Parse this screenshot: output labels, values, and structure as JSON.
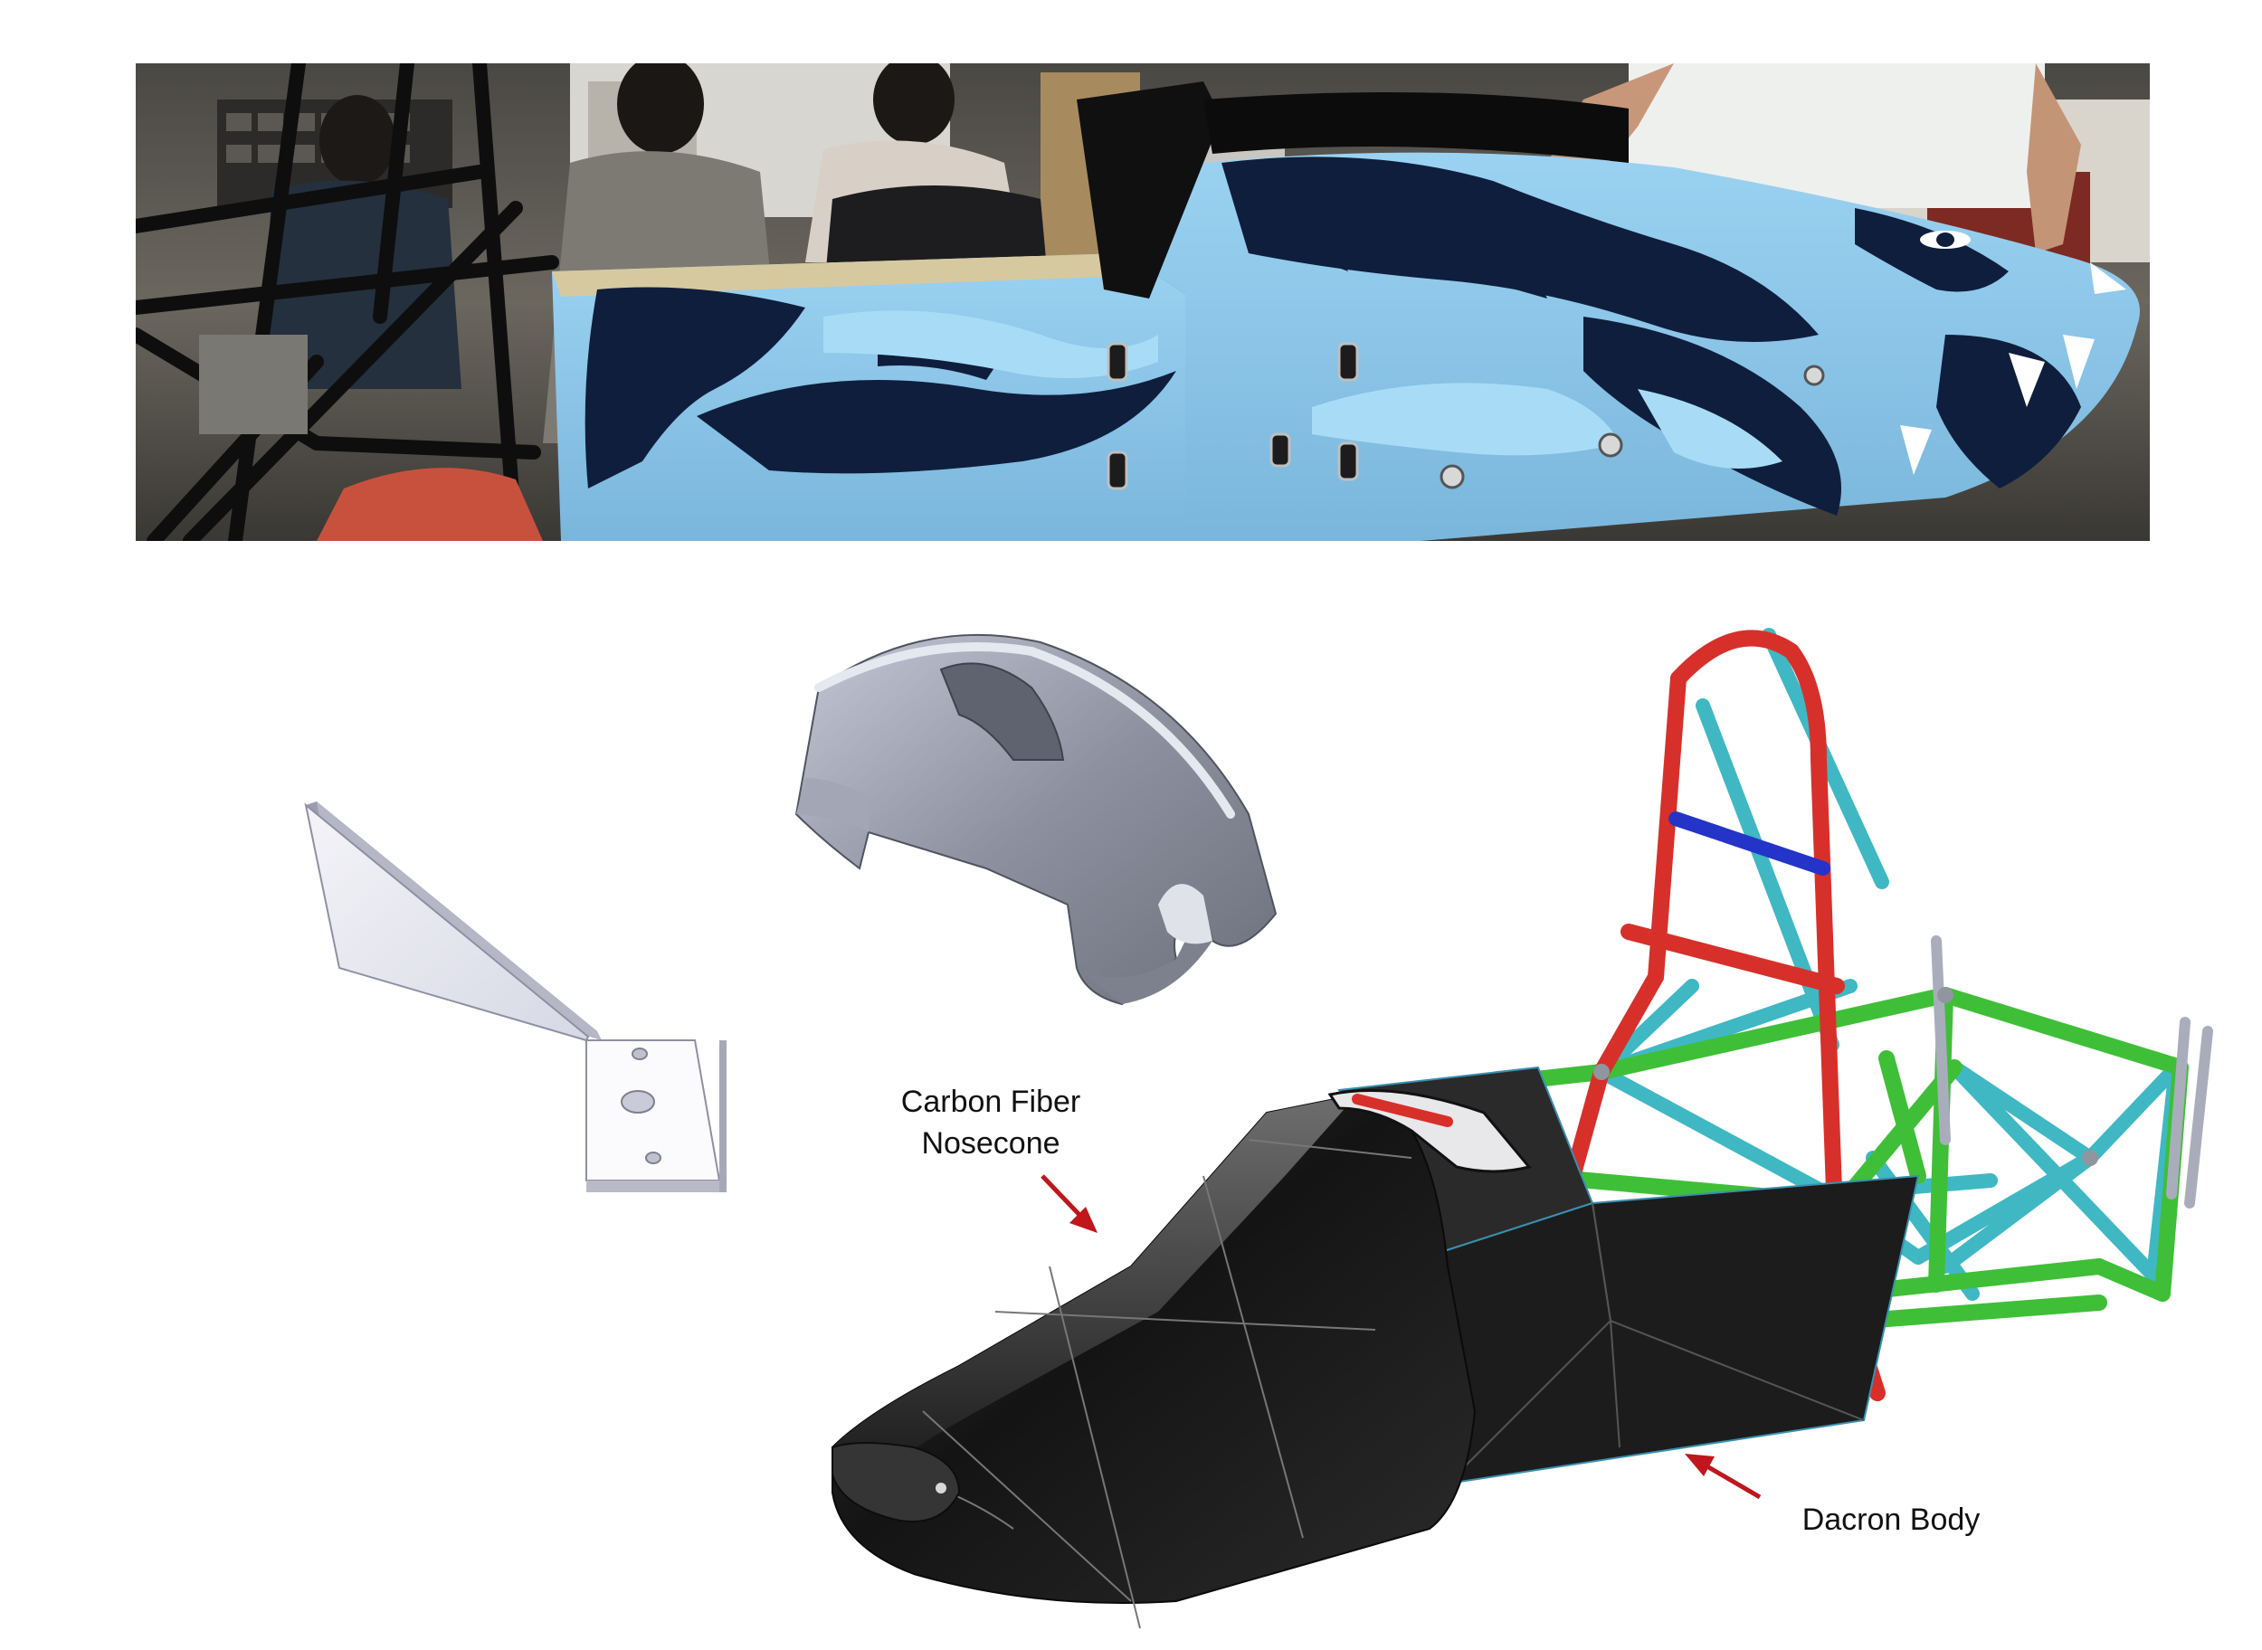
{
  "callouts": {
    "nosecone": {
      "line1": "Carbon Fiber",
      "line2": "Nosecone"
    },
    "body": {
      "text": "Dacron Body"
    }
  },
  "colors": {
    "arrow": "#c0161c",
    "roll_hoop": "#d7302a",
    "side_impact": "#3fbf38",
    "bracing": "#3fb8c4",
    "harness_bar": "#2434c8",
    "bodywork": "#1a1a1a",
    "mural_blue": "#8ec8ea",
    "mural_navy": "#0f1e3c"
  },
  "icons": {
    "nosecone_arrow": "arrow-down-right-icon",
    "body_arrow": "arrow-up-left-icon"
  }
}
